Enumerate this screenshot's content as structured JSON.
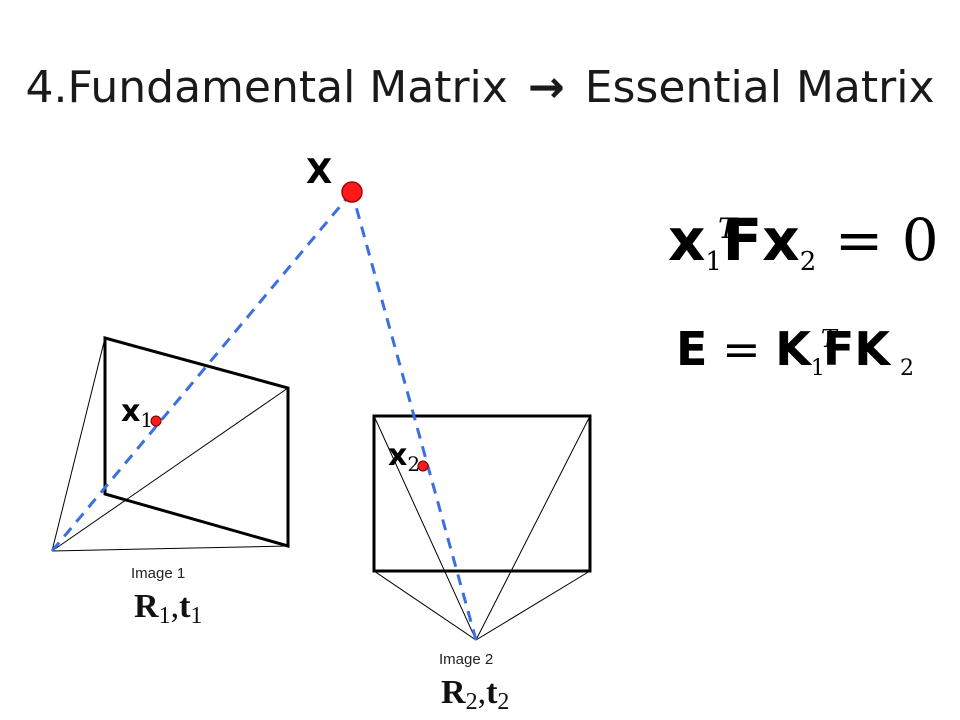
{
  "title": {
    "left": "4.Fundamental Matrix",
    "arrow": "→",
    "right": "Essential Matrix"
  },
  "point_3d": {
    "label": "X",
    "color": "#ff1a1a"
  },
  "image1": {
    "point_label": "x",
    "point_sub": "1",
    "caption": "Image 1",
    "pose_R": "R",
    "pose_R_sub": "1",
    "pose_sep": ",",
    "pose_t": "t",
    "pose_t_sub": "1"
  },
  "image2": {
    "point_label": "x",
    "point_sub": "2",
    "caption": "Image 2",
    "pose_R": "R",
    "pose_R_sub": "2",
    "pose_sep": ",",
    "pose_t": "t",
    "pose_t_sub": "2"
  },
  "equation1": {
    "x1": "x",
    "x1_sub": "1",
    "x1_sup": "T",
    "F": "F",
    "x2": "x",
    "x2_sub": "2",
    "eq": "=",
    "rhs": "0"
  },
  "equation2": {
    "E": "E",
    "eq": "=",
    "K1": "K",
    "K1_sub": "1",
    "K1_sup": "T",
    "FK": "FK",
    "K2_sub": "2"
  },
  "colors": {
    "ray": "#3b6fe0",
    "point": "#ff1a1a",
    "frame": "#000000"
  }
}
